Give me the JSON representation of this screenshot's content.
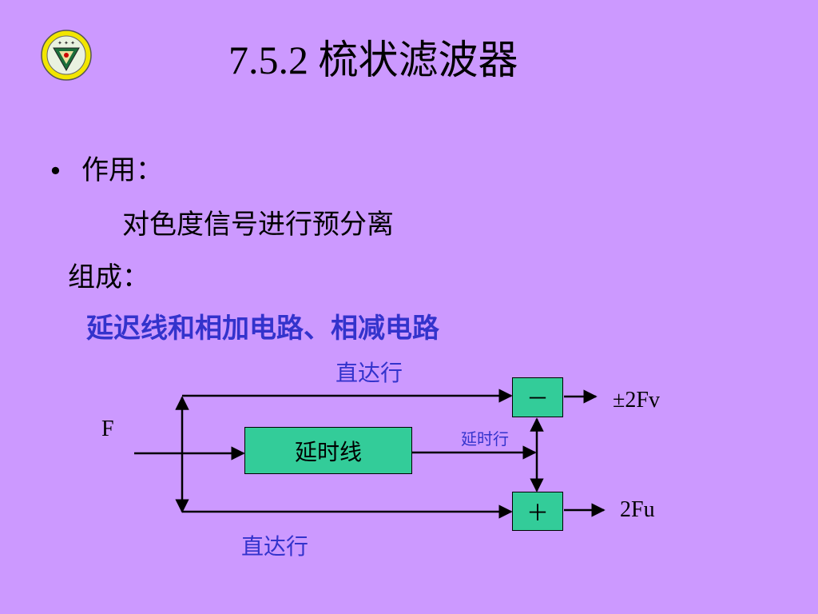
{
  "title": "7.5.2 梳状滤波器",
  "bullet_symbol": "•",
  "content": {
    "line1": "作用：",
    "line2": "对色度信号进行预分离",
    "line3": "组成：",
    "line4": "延迟线和相加电路、相减电路"
  },
  "diagram": {
    "input_label": "F",
    "direct_top_label": "直达行",
    "direct_bottom_label": "直达行",
    "delay_box_label": "延时线",
    "delay_path_label": "延时行",
    "minus_symbol": "－",
    "plus_symbol": "＋",
    "output_top": "±2Fv",
    "output_bottom": "2Fu"
  },
  "colors": {
    "background": "#cc99ff",
    "box_fill": "#33cc99",
    "highlight_text": "#3333cc"
  },
  "logo_icon": "school-seal-icon"
}
